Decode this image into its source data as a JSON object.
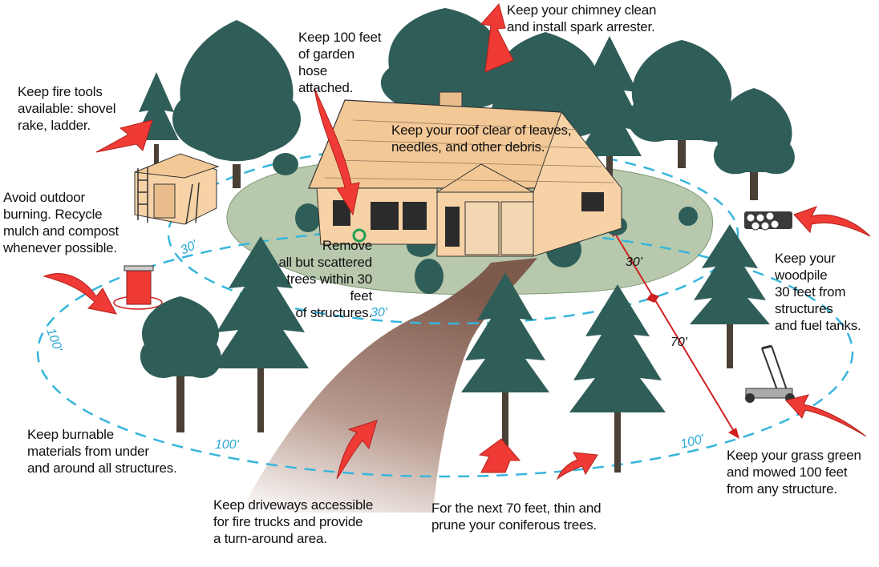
{
  "colors": {
    "tree": "#2f5e58",
    "tree_dark": "#254c47",
    "trunk": "#4a4036",
    "lawn": "#b7c8ac",
    "arrow": "#ef3a35",
    "arrow_edge": "#b3201c",
    "ring": "#37b6dc",
    "house": "#f6d2a6",
    "roof": "#f2c896",
    "driveway": "#7e5a4c",
    "text": "#111111"
  },
  "notes": {
    "fire_tools": "Keep fire tools\navailable: shovel\nrake, ladder.",
    "garden_hose": "Keep 100 feet\nof garden\nhose\nattached.",
    "chimney": "Keep your chimney clean\nand install spark arrester.",
    "roof": "Keep your roof clear of leaves,\nneedles, and other debris.",
    "outdoor_burning": "Avoid outdoor\nburning. Recycle\nmulch and compost\nwhenever possible.",
    "remove_trees": "Remove\nall but scattered\ntrees within 30 feet\nof structures.",
    "woodpile": "Keep your\nwoodpile\n30 feet from\nstructures\nand fuel tanks.",
    "burnable_materials": "Keep burnable\nmaterials from under\nand around all structures.",
    "driveways": "Keep driveways accessible\nfor fire trucks and provide\na turn-around area.",
    "thin_prune": "For the next 70 feet, thin and\nprune your coniferous trees.",
    "grass": "Keep your grass green\nand mowed 100 feet\nfrom any structure."
  },
  "distances": {
    "inner_left": "30'",
    "inner_bottom": "30'",
    "outer_left": "100'",
    "outer_bottom": "100'",
    "outer_right": "100'",
    "span_30": "30'",
    "span_70": "70'"
  },
  "icons": {
    "arrows": "red-curved-arrow-icon",
    "trees": "pine-tree-icon",
    "shed": "tool-shed-icon",
    "burn_barrel": "burn-barrel-icon",
    "woodpile": "woodpile-icon",
    "mower": "push-mower-icon",
    "hose": "garden-hose-icon",
    "house": "house-icon"
  }
}
